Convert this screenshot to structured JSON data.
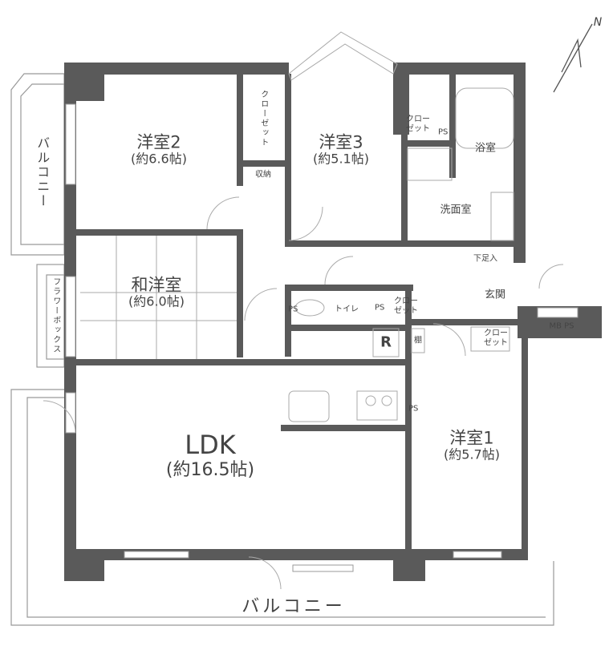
{
  "rooms": {
    "western2": {
      "name": "洋室2",
      "size": "(約6.6帖)"
    },
    "western3": {
      "name": "洋室3",
      "size": "(約5.1帖)"
    },
    "japanese_western": {
      "name": "和洋室",
      "size": "(約6.0帖)"
    },
    "ldk": {
      "name": "LDK",
      "size": "(約16.5帖)"
    },
    "western1": {
      "name": "洋室1",
      "size": "(約5.7帖)"
    },
    "bath": "浴室",
    "washroom": "洗面室",
    "entrance": "玄関",
    "shoe_storage": "下足入",
    "toilet": "トイレ",
    "storage": "収納",
    "closet": "クローゼット",
    "ps": "PS",
    "mb_ps": "MB PS",
    "fridge": "R",
    "shelf": "棚",
    "balcony": "バルコニー",
    "flower_box": "フラワーボックス"
  },
  "compass": "N",
  "colors": {
    "wall": "#5a5a5a",
    "line": "#888888"
  }
}
